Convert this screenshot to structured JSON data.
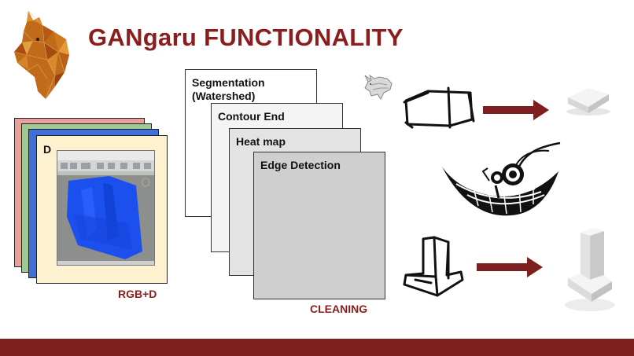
{
  "title": "GANgaru FUNCTIONALITY",
  "input_stack": {
    "layers": [
      "R",
      "G",
      "B",
      "D"
    ],
    "front_label": "D",
    "caption": "RGB+D"
  },
  "pipeline": {
    "steps": [
      "Segmentation (Watershed)",
      "Contour End",
      "Heat map",
      "Edge Detection"
    ],
    "caption": "CLEANING"
  },
  "icons": {
    "logo": "kangaroo-logo-icon",
    "rhino": "rhino-icon",
    "grasshopper": "grasshopper-hammock-icon"
  },
  "colors": {
    "accent": "#8a1e1e",
    "footer": "#7e1f1f",
    "red_layer": "#e8a09a",
    "green_layer": "#9cca92",
    "blue_layer": "#3f6fd8",
    "depth_layer": "#fdf1cf"
  }
}
